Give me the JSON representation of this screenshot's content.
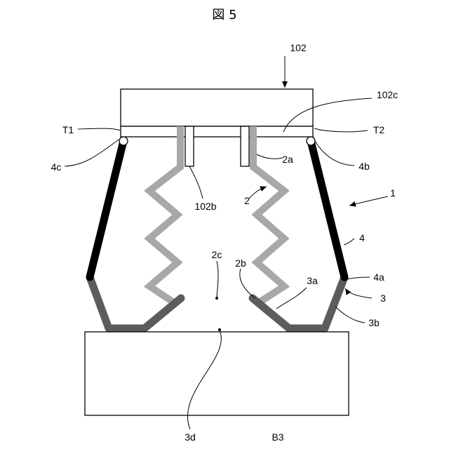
{
  "figure": {
    "title": "図 5"
  },
  "labels": {
    "l102": "102",
    "l102c": "102c",
    "lT1": "T1",
    "lT2": "T2",
    "l4c": "4c",
    "l4b": "4b",
    "l2a": "2a",
    "l102b": "102b",
    "l2": "2",
    "l1": "1",
    "l4": "4",
    "l2c": "2c",
    "l2b": "2b",
    "l4a": "4a",
    "l3a": "3a",
    "l3": "3",
    "l3b": "3b",
    "l3d": "3d",
    "lB3": "B3"
  },
  "colors": {
    "line": "#000000",
    "bellows": "#a8a8a8",
    "lower_finger": "#5c5c5c",
    "upper_finger": "#000000",
    "background": "#ffffff"
  }
}
